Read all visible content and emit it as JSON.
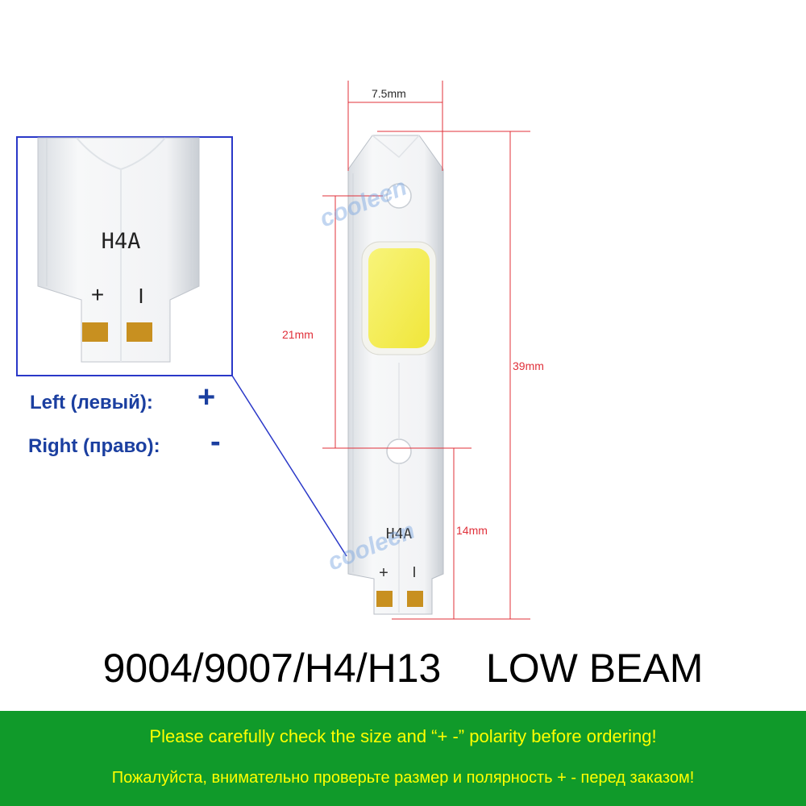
{
  "detail": {
    "chip_code": "H4A",
    "plus_mark": "+",
    "minus_mark": "I"
  },
  "legend": {
    "left_label": "Left (левый):",
    "left_sign": "+",
    "right_label": "Right (право):",
    "right_sign": "-"
  },
  "board": {
    "chip_code": "H4A",
    "plus_mark": "+",
    "minus_mark": "I",
    "watermark_top": "cooleen",
    "watermark_bottom": "cooleen"
  },
  "dimensions": {
    "width": "7.5mm",
    "led_span": "21mm",
    "total_length": "39mm",
    "tail_length": "14mm"
  },
  "product_title": "9004/9007/H4/H13    LOW BEAM",
  "notice": {
    "english": "Please carefully check the size and “+ -” polarity before ordering!",
    "russian": "Пожалуйста, внимательно проверьте размер и полярность + - перед заказом!"
  },
  "colors": {
    "banner_green": "#109a2a",
    "banner_text": "#ffff00",
    "dimension_red": "#e0303a",
    "legend_blue": "#1b3fa0",
    "pad_gold": "#c89020",
    "led_yellow": "#f4ef5a"
  }
}
